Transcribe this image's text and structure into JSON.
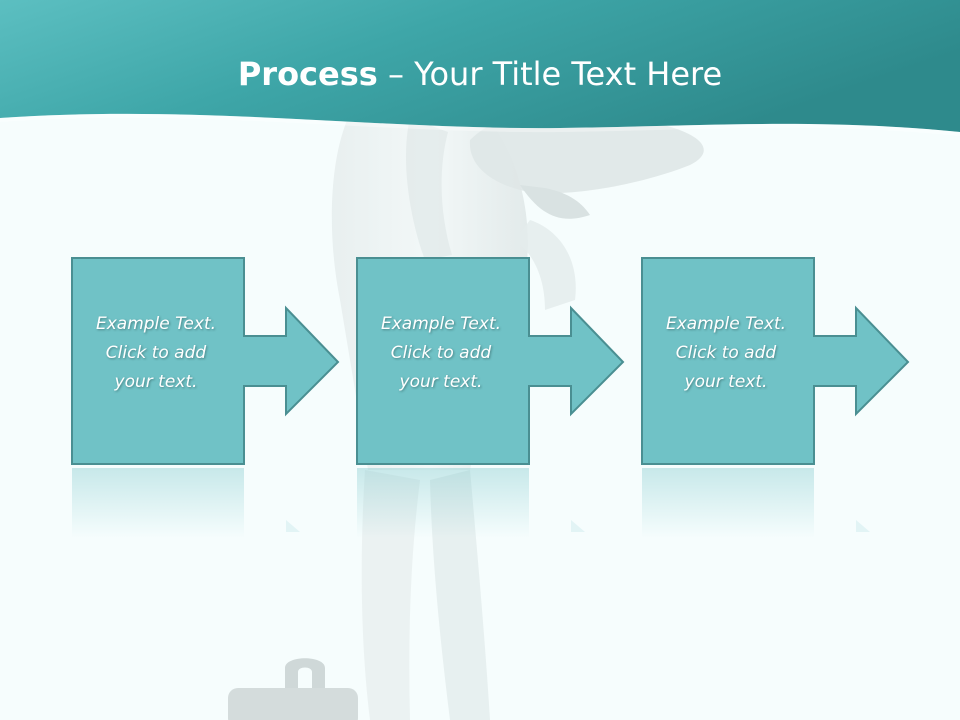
{
  "title": {
    "bold": "Process",
    "rest": " – Your Title Text Here"
  },
  "steps": [
    {
      "lines": [
        "Example Text.",
        "Click  to add",
        "your text."
      ]
    },
    {
      "lines": [
        "Example Text.",
        "Click  to add",
        "your text."
      ]
    },
    {
      "lines": [
        "Example Text.",
        "Click  to add",
        "your text."
      ]
    }
  ],
  "colors": {
    "header_dark": "#2e8a8c",
    "header_light": "#5cbfc1",
    "box_fill": "#70c2c6",
    "box_stroke": "#4a8f92",
    "background": "#f6fdfd"
  },
  "icons": {
    "figure": "3d-person-figure",
    "briefcase": "briefcase-icon"
  }
}
